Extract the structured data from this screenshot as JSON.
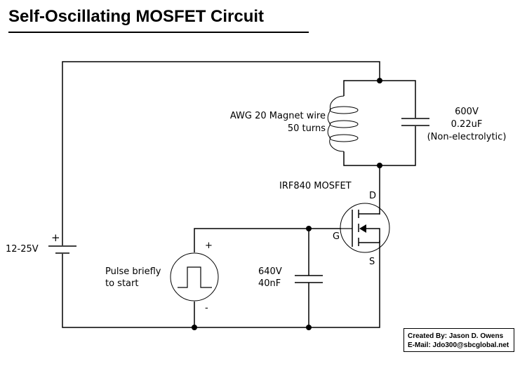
{
  "title": "Self-Oscillating MOSFET Circuit",
  "components": {
    "supply": {
      "label": "12-25V",
      "plus": "+"
    },
    "inductor": {
      "label_line1": "AWG 20 Magnet wire",
      "label_line2": "50 turns"
    },
    "tank_capacitor": {
      "label_line1": "600V",
      "label_line2": "0.22uF",
      "label_line3": "(Non-electrolytic)"
    },
    "mosfet": {
      "label": "IRF840 MOSFET",
      "drain": "D",
      "gate": "G",
      "source": "S"
    },
    "pulse_source": {
      "label_line1": "Pulse briefly",
      "label_line2": "to start",
      "plus": "+",
      "minus": "-"
    },
    "gate_capacitor": {
      "label_line1": "640V",
      "label_line2": "40nF"
    }
  },
  "credits": {
    "created_by": "Created By: Jason D. Owens",
    "email": "E-Mail: Jdo300@sbcglobal.net"
  },
  "colors": {
    "wire": "#000000",
    "background": "#ffffff"
  }
}
